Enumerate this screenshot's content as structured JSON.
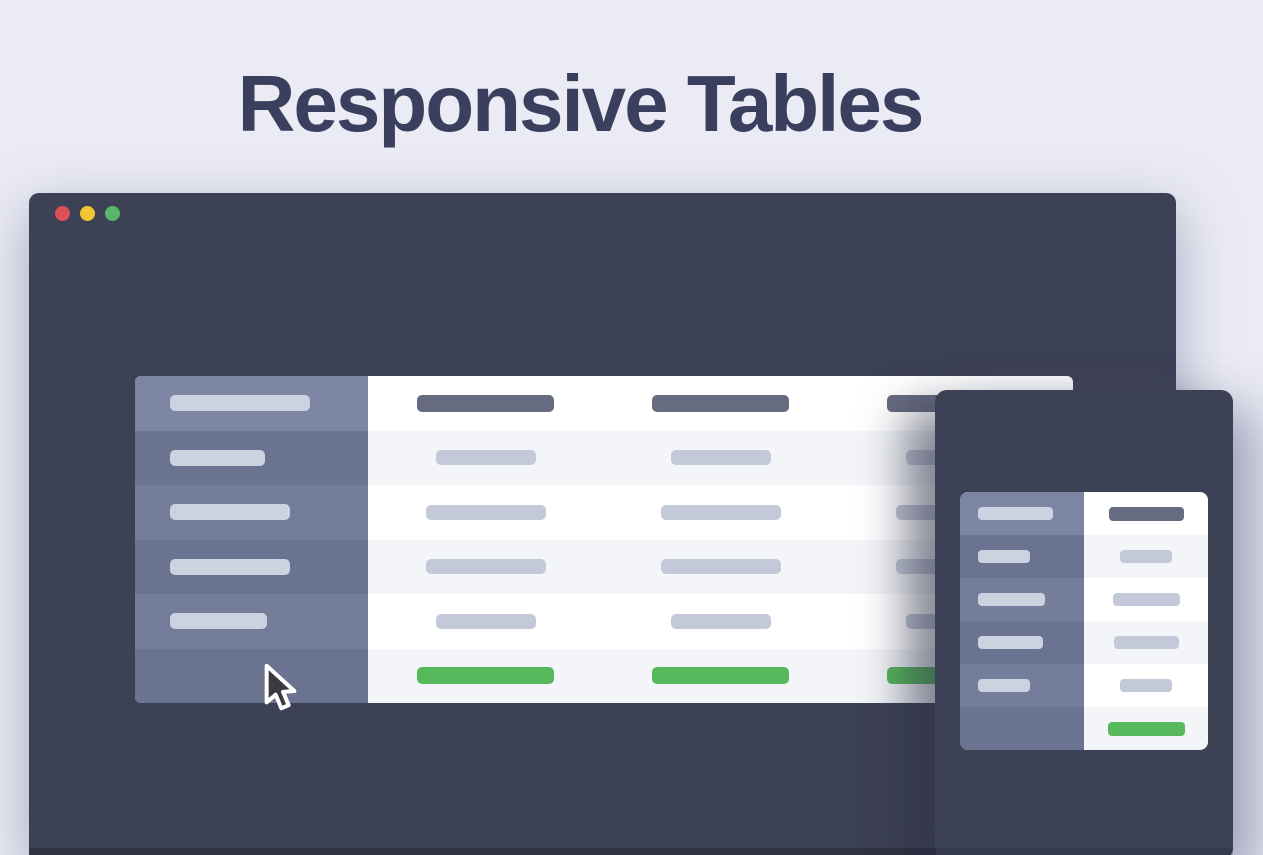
{
  "title": {
    "text": "Responsive Tables"
  },
  "window": {
    "controls": [
      {
        "name": "close"
      },
      {
        "name": "minimize"
      },
      {
        "name": "maximize"
      }
    ]
  },
  "colors": {
    "bg": "#eaebf4",
    "title_text": "#3a3f5e",
    "window": "#3d4156",
    "col_header": "#7c86a2",
    "col_row_light": "#747e9a",
    "col_row_dark": "#6a7490",
    "bar_on_slate": "#ccd2e0",
    "bar_on_white": "#c3c9d8",
    "bar_header_dark": "#676b80",
    "row_white": "#ffffff",
    "row_tint": "#f3f5f9",
    "green": "#57b85c",
    "dot_red": "#dc5058",
    "dot_yellow": "#f3c434",
    "dot_green": "#58b569",
    "cursor_fill": "#3a3a3f",
    "cursor_outline": "#ffffff"
  },
  "desktop_table": {
    "columns": 3,
    "rows": [
      {
        "type": "header",
        "left_bar_w": 140,
        "cell_bar_w": 137
      },
      {
        "type": "data",
        "left_bar_w": 95,
        "cell_bar_w": 100
      },
      {
        "type": "data",
        "left_bar_w": 120,
        "cell_bar_w": 120
      },
      {
        "type": "data",
        "left_bar_w": 120,
        "cell_bar_w": 120
      },
      {
        "type": "data",
        "left_bar_w": 97,
        "cell_bar_w": 100
      },
      {
        "type": "footer",
        "left_bar_w": 0,
        "cell_bar_w": 137
      }
    ]
  },
  "mobile_table": {
    "columns": 1,
    "rows": [
      {
        "type": "header",
        "left_bar_w": 75,
        "cell_bar_w": 75
      },
      {
        "type": "data",
        "left_bar_w": 52,
        "cell_bar_w": 52
      },
      {
        "type": "data",
        "left_bar_w": 67,
        "cell_bar_w": 67
      },
      {
        "type": "data",
        "left_bar_w": 65,
        "cell_bar_w": 65
      },
      {
        "type": "data",
        "left_bar_w": 52,
        "cell_bar_w": 52
      },
      {
        "type": "footer",
        "left_bar_w": 0,
        "cell_bar_w": 77
      }
    ]
  }
}
